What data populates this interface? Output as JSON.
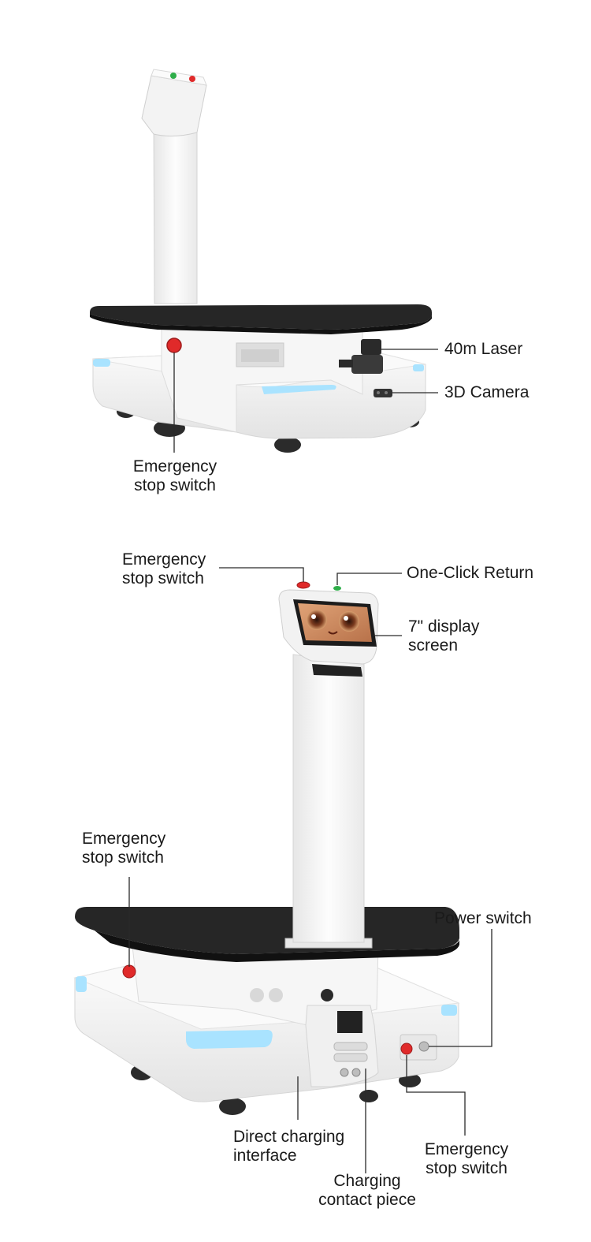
{
  "top_view": {
    "laser": "40m Laser",
    "camera": "3D Camera",
    "estop": [
      "Emergency",
      "stop switch"
    ]
  },
  "front_view": {
    "estop_top": [
      "Emergency",
      "stop switch"
    ],
    "one_click": "One-Click Return",
    "display": [
      "7\" display",
      "screen"
    ],
    "estop_left": [
      "Emergency",
      "stop switch"
    ],
    "power": "Power switch",
    "charging_interface": [
      "Direct charging",
      "interface"
    ],
    "charging_contact": [
      "Charging",
      "contact piece"
    ],
    "estop_bottom": [
      "Emergency",
      "stop switch"
    ]
  },
  "colors": {
    "body": "#f4f4f4",
    "top_plate": "#262626",
    "led_light": "#a9e3ff",
    "estop_red": "#e02a2a",
    "return_green": "#2fae4a",
    "screen_dark": "#1c1c1c",
    "screen_face": "#c9875a",
    "leader_line": "#2a2a2a"
  },
  "icons": [
    "emergency-stop-button-icon",
    "return-button-icon",
    "display-face-icon"
  ]
}
